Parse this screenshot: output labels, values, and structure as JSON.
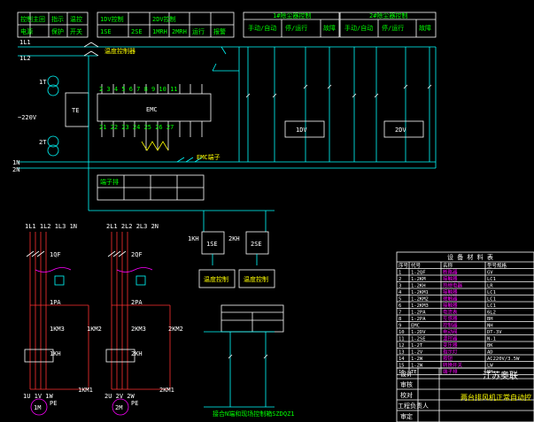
{
  "left_header": {
    "cells": [
      "控制",
      "主回",
      "指示",
      "温控",
      "电源",
      "保护",
      "开关"
    ]
  },
  "emc_header": {
    "cells": [
      "1DV控制",
      "2DV控制",
      "1SE",
      "2SE",
      "1MRH",
      "2MRH",
      "运行",
      "报警"
    ]
  },
  "dv1_header": {
    "title": "1#除尘器控制",
    "cells": [
      "手动/自动",
      "停/运行",
      "故障"
    ]
  },
  "dv2_header": {
    "title": "2#除尘器控制",
    "cells": [
      "手动/自动",
      "停/运行",
      "故障"
    ]
  },
  "supply": {
    "l1": "1L1",
    "l2": "1L2",
    "voltage": "~220V",
    "n1": "1N",
    "n2": "2N"
  },
  "transformer": {
    "t1": "1T",
    "t2": "2T",
    "te": "TE"
  },
  "controller": {
    "label": "EMC"
  },
  "relays": {
    "dv1": "1DV",
    "dv2": "2DV",
    "se1": "1SE",
    "se2": "2SE",
    "ka1": "1KH",
    "ka2": "2KH",
    "rk1": "1KM2",
    "rk2": "2KM2"
  },
  "motor_left": {
    "feed": "1L1 1L2 1L3 1N",
    "breaker": "1QF",
    "contactor": "1KM3",
    "overload": "1KH",
    "contactor2": "1KM2",
    "contactor1": "1KM1",
    "out": "1U 1V 1W",
    "motor": "1M",
    "pe": "PE",
    "pa": "1PA"
  },
  "motor_right": {
    "feed": "2L1 2L2 2L3 2N",
    "breaker": "2QF",
    "contactor": "2KM3",
    "overload": "2KH",
    "contactor2": "2KM2",
    "contactor1": "2KM1",
    "out": "2U 2V 2W",
    "motor": "2M",
    "pe": "PE",
    "pa": "2PA"
  },
  "bottom_note": "接合N端和现场控制箱SZDQZ1",
  "bom": {
    "title": "设 备 材 料 表",
    "headers": [
      "序号",
      "代号",
      "名称",
      "型号规格"
    ],
    "rows": [
      [
        "1",
        "1-2QF",
        "断路器",
        "GV"
      ],
      [
        "2",
        "1-2KM",
        "接触器",
        "LC1"
      ],
      [
        "3",
        "1-2KH",
        "热继电器",
        "LR"
      ],
      [
        "4",
        "1-2KM1",
        "接触器",
        "LC1"
      ],
      [
        "5",
        "1-2KM2",
        "接触器",
        "LC1"
      ],
      [
        "6",
        "1-2KM3",
        "接触器",
        "LC1"
      ],
      [
        "7",
        "1-2PA",
        "电流表",
        "6L2"
      ],
      [
        "8",
        "1-2PA",
        "互感器",
        "BH"
      ],
      [
        "9",
        "EMC",
        "控制器",
        "NH"
      ],
      [
        "10",
        "1-2DV",
        "电动阀",
        "DT-3V"
      ],
      [
        "11",
        "1-2SE",
        "温控器",
        "N-1"
      ],
      [
        "12",
        "1-2T",
        "变压器",
        "BK"
      ],
      [
        "13",
        "1-2V",
        "指示灯",
        "AD"
      ],
      [
        "14",
        "1-2W",
        "按钮",
        "AC220V/3.5W"
      ],
      [
        "15",
        "1-2W",
        "转换开关",
        "LW"
      ],
      [
        "16",
        "TE",
        "端子排",
        "NH"
      ]
    ]
  },
  "title_block": {
    "company": "江苏奥联",
    "drawing": "两台排风机正常自动控",
    "labels": [
      "设计",
      "审核",
      "校对",
      "工程负责人",
      "审定"
    ]
  }
}
